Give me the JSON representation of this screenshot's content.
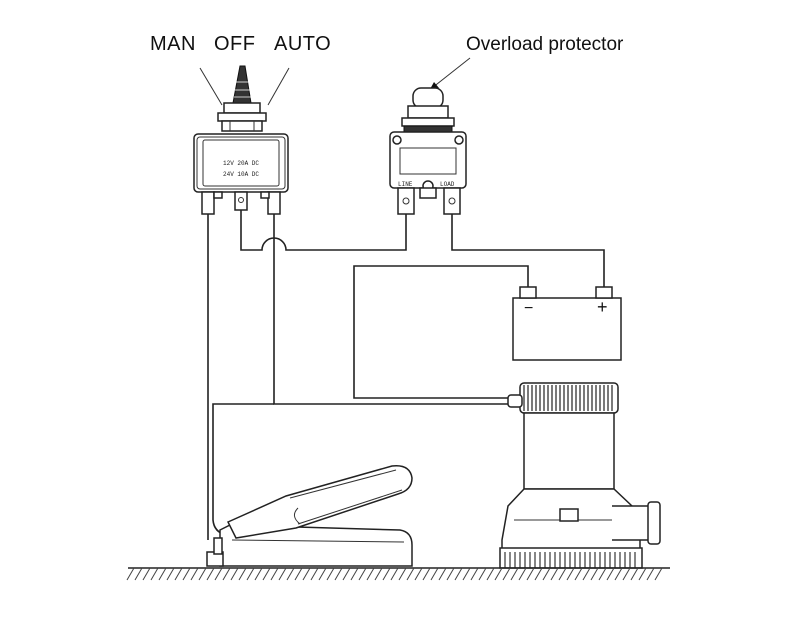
{
  "switch": {
    "label_man": "MAN",
    "label_off": "OFF",
    "label_auto": "AUTO",
    "rating_line1": "12V  20A  DC",
    "rating_line2": "24V  10A  DC"
  },
  "protector": {
    "callout": "Overload protector",
    "terminal_left": "LINE",
    "terminal_right": "LOAD"
  },
  "battery": {
    "negative_symbol": "−",
    "positive_symbol": "+"
  }
}
